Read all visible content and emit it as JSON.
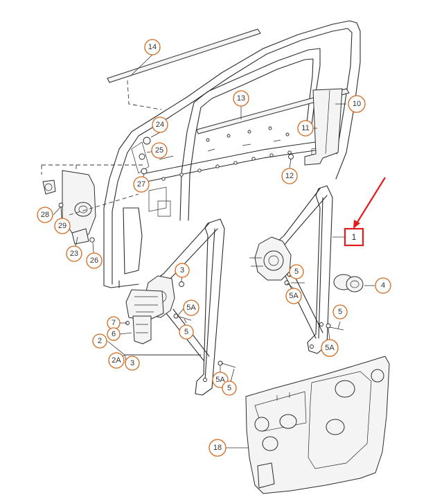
{
  "diagram": {
    "highlight_color": "#e21c1c",
    "callout_color": "#d2691e",
    "callouts": [
      {
        "id": "c14",
        "label": "14"
      },
      {
        "id": "c13",
        "label": "13"
      },
      {
        "id": "c10",
        "label": "10"
      },
      {
        "id": "c11",
        "label": "11"
      },
      {
        "id": "c24",
        "label": "24"
      },
      {
        "id": "c25",
        "label": "25"
      },
      {
        "id": "c27",
        "label": "27"
      },
      {
        "id": "c12",
        "label": "12"
      },
      {
        "id": "c28",
        "label": "28"
      },
      {
        "id": "c29",
        "label": "29"
      },
      {
        "id": "c23",
        "label": "23"
      },
      {
        "id": "c26",
        "label": "26"
      },
      {
        "id": "c5a",
        "label": "5"
      },
      {
        "id": "c4",
        "label": "4"
      },
      {
        "id": "c5A_a",
        "label": "5A"
      },
      {
        "id": "c5b",
        "label": "5"
      },
      {
        "id": "c5A_b",
        "label": "5A"
      },
      {
        "id": "c3a",
        "label": "3"
      },
      {
        "id": "c5A_c",
        "label": "5A"
      },
      {
        "id": "c5c",
        "label": "5"
      },
      {
        "id": "c7",
        "label": "7"
      },
      {
        "id": "c6",
        "label": "6"
      },
      {
        "id": "c2",
        "label": "2"
      },
      {
        "id": "c2A",
        "label": "2A"
      },
      {
        "id": "c3b",
        "label": "3"
      },
      {
        "id": "c5A_d",
        "label": "5A"
      },
      {
        "id": "c5d",
        "label": "5"
      },
      {
        "id": "c18",
        "label": "18"
      }
    ],
    "highlighted_part": {
      "label": "1"
    }
  }
}
